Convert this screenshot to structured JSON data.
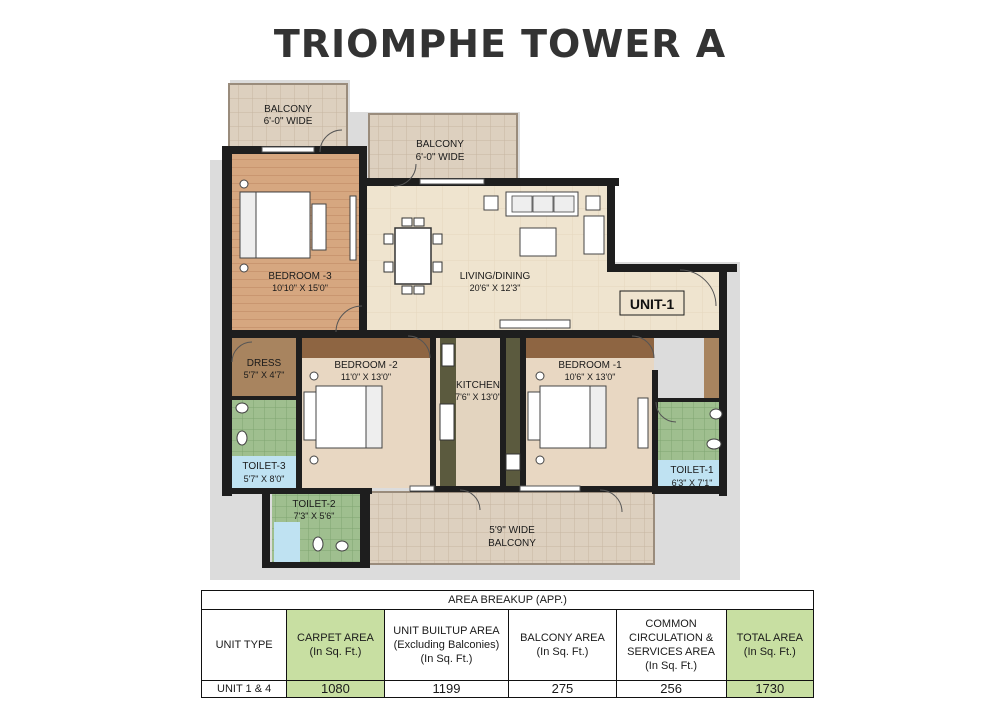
{
  "title": "TRIOMPHE TOWER A",
  "plan": {
    "unit_label": "UNIT-1",
    "rooms": {
      "balcony_left": {
        "name": "BALCONY",
        "size": "6'-0\" WIDE"
      },
      "balcony_center": {
        "name": "BALCONY",
        "size": "6'-0\" WIDE"
      },
      "bedroom3": {
        "name": "BEDROOM -3",
        "size": "10'10\" X 15'0\""
      },
      "living": {
        "name": "LIVING/DINING",
        "size": "20'6\" X 12'3\""
      },
      "dress": {
        "name": "DRESS",
        "size": "5'7\" X 4'7\""
      },
      "bedroom2": {
        "name": "BEDROOM -2",
        "size": "11'0\" X 13'0\""
      },
      "kitchen": {
        "name": "KITCHEN",
        "size": "7'6\" X 13'0\""
      },
      "bedroom1": {
        "name": "BEDROOM -1",
        "size": "10'6\" X 13'0\""
      },
      "toilet3": {
        "name": "TOILET-3",
        "size": "5'7\" X 8'0\""
      },
      "toilet1": {
        "name": "TOILET-1",
        "size": "6'3\" X 7'1\""
      },
      "toilet2": {
        "name": "TOILET-2",
        "size": "7'3\" X 5'6\""
      },
      "balcony_bottom": {
        "name": "BALCONY",
        "size": "5'9\" WIDE"
      }
    }
  },
  "table": {
    "caption": "AREA BREAKUP (APP.)",
    "headers": {
      "unit_type": "UNIT TYPE",
      "carpet": [
        "CARPET AREA",
        "(In Sq. Ft.)"
      ],
      "builtup": [
        "UNIT BUILTUP AREA",
        "(Excluding Balconies)",
        "(In Sq. Ft.)"
      ],
      "balcony": [
        "BALCONY AREA",
        "(In Sq. Ft.)"
      ],
      "common": [
        "COMMON",
        "CIRCULATION &",
        "SERVICES AREA",
        "(In Sq. Ft.)"
      ],
      "total": [
        "TOTAL AREA",
        "(In Sq. Ft.)"
      ]
    },
    "row": {
      "unit": "UNIT 1 & 4",
      "carpet": "1080",
      "builtup": "1199",
      "balcony": "275",
      "common": "256",
      "total": "1730"
    },
    "highlight_color": "#c8dfa2"
  },
  "colors": {
    "wall": "#1e1e1e",
    "wood_floor": "#d6a780",
    "marble_floor": "#efe4cf",
    "balcony_tile": "#ddd0bf",
    "bath_tile": "#9fbf8f",
    "toilet_blue": "#bfe2f2",
    "counter": "#5b5a3e"
  }
}
